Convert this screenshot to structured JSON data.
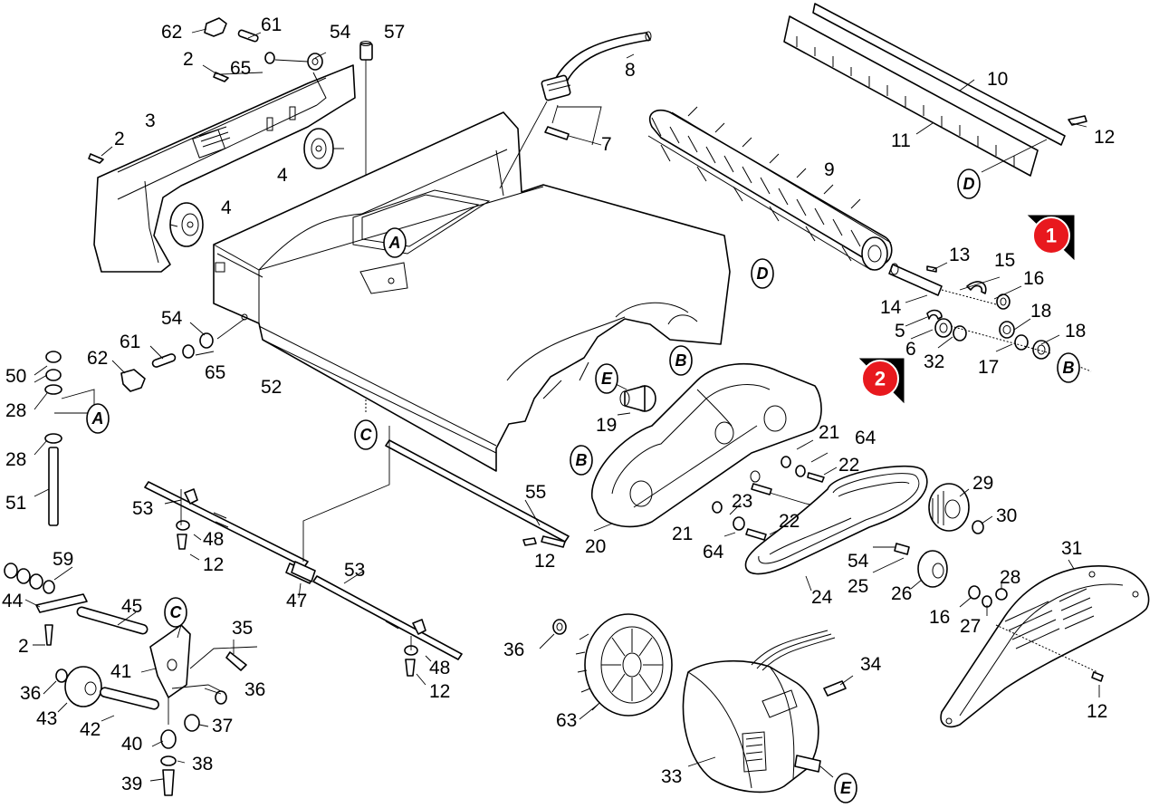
{
  "diagram": {
    "part_labels": [
      {
        "id": "p62a",
        "text": "62"
      },
      {
        "id": "p61a",
        "text": "61"
      },
      {
        "id": "p54a",
        "text": "54"
      },
      {
        "id": "p57",
        "text": "57"
      },
      {
        "id": "p2a",
        "text": "2"
      },
      {
        "id": "p65a",
        "text": "65"
      },
      {
        "id": "p8",
        "text": "8"
      },
      {
        "id": "p3",
        "text": "3"
      },
      {
        "id": "p2b",
        "text": "2"
      },
      {
        "id": "p4a",
        "text": "4"
      },
      {
        "id": "p4b",
        "text": "4"
      },
      {
        "id": "p7",
        "text": "7"
      },
      {
        "id": "p10",
        "text": "10"
      },
      {
        "id": "p11",
        "text": "11"
      },
      {
        "id": "p12a",
        "text": "12"
      },
      {
        "id": "p9",
        "text": "9"
      },
      {
        "id": "p13",
        "text": "13"
      },
      {
        "id": "p15",
        "text": "15"
      },
      {
        "id": "p16a",
        "text": "16"
      },
      {
        "id": "p14",
        "text": "14"
      },
      {
        "id": "p5",
        "text": "5"
      },
      {
        "id": "p18a",
        "text": "18"
      },
      {
        "id": "p18b",
        "text": "18"
      },
      {
        "id": "p6",
        "text": "6"
      },
      {
        "id": "p32",
        "text": "32"
      },
      {
        "id": "p17",
        "text": "17"
      },
      {
        "id": "p54b",
        "text": "54"
      },
      {
        "id": "p61b",
        "text": "61"
      },
      {
        "id": "p62b",
        "text": "62"
      },
      {
        "id": "p65b",
        "text": "65"
      },
      {
        "id": "p50",
        "text": "50"
      },
      {
        "id": "p28a",
        "text": "28"
      },
      {
        "id": "p28b",
        "text": "28"
      },
      {
        "id": "p52",
        "text": "52"
      },
      {
        "id": "p19",
        "text": "19"
      },
      {
        "id": "p51",
        "text": "51"
      },
      {
        "id": "p21a",
        "text": "21"
      },
      {
        "id": "p64a",
        "text": "64"
      },
      {
        "id": "p22a",
        "text": "22"
      },
      {
        "id": "p29",
        "text": "29"
      },
      {
        "id": "p53a",
        "text": "53"
      },
      {
        "id": "p48a",
        "text": "48"
      },
      {
        "id": "p12b",
        "text": "12"
      },
      {
        "id": "p55",
        "text": "55"
      },
      {
        "id": "p23",
        "text": "23"
      },
      {
        "id": "p22b",
        "text": "22"
      },
      {
        "id": "p30",
        "text": "30"
      },
      {
        "id": "p20",
        "text": "20"
      },
      {
        "id": "p21b",
        "text": "21"
      },
      {
        "id": "p64b",
        "text": "64"
      },
      {
        "id": "p12c",
        "text": "12"
      },
      {
        "id": "p54c",
        "text": "54"
      },
      {
        "id": "p31",
        "text": "31"
      },
      {
        "id": "p59",
        "text": "59"
      },
      {
        "id": "p53b",
        "text": "53"
      },
      {
        "id": "p25",
        "text": "25"
      },
      {
        "id": "p26",
        "text": "26"
      },
      {
        "id": "p28c",
        "text": "28"
      },
      {
        "id": "p44",
        "text": "44"
      },
      {
        "id": "p47",
        "text": "47"
      },
      {
        "id": "p24",
        "text": "24"
      },
      {
        "id": "p45",
        "text": "45"
      },
      {
        "id": "p16b",
        "text": "16"
      },
      {
        "id": "p27",
        "text": "27"
      },
      {
        "id": "p35",
        "text": "35"
      },
      {
        "id": "p2c",
        "text": "2"
      },
      {
        "id": "p36a",
        "text": "36"
      },
      {
        "id": "p48b",
        "text": "48"
      },
      {
        "id": "p41",
        "text": "41"
      },
      {
        "id": "p36b",
        "text": "36"
      },
      {
        "id": "p34",
        "text": "34"
      },
      {
        "id": "p12d",
        "text": "12"
      },
      {
        "id": "p36c",
        "text": "36"
      },
      {
        "id": "p43",
        "text": "43"
      },
      {
        "id": "p12e",
        "text": "12"
      },
      {
        "id": "p63",
        "text": "63"
      },
      {
        "id": "p42",
        "text": "42"
      },
      {
        "id": "p37",
        "text": "37"
      },
      {
        "id": "p40",
        "text": "40"
      },
      {
        "id": "p38",
        "text": "38"
      },
      {
        "id": "p33",
        "text": "33"
      },
      {
        "id": "p39",
        "text": "39"
      }
    ],
    "reference_letters": [
      {
        "id": "rA1",
        "text": "A"
      },
      {
        "id": "rD1",
        "text": "D"
      },
      {
        "id": "rD2",
        "text": "D"
      },
      {
        "id": "rB1",
        "text": "B"
      },
      {
        "id": "rE1",
        "text": "E"
      },
      {
        "id": "rB2",
        "text": "B"
      },
      {
        "id": "rA2",
        "text": "A"
      },
      {
        "id": "rC1",
        "text": "C"
      },
      {
        "id": "rB3",
        "text": "B"
      },
      {
        "id": "rC2",
        "text": "C"
      },
      {
        "id": "rE2",
        "text": "E"
      }
    ],
    "markers": [
      {
        "id": "m1",
        "text": "1"
      },
      {
        "id": "m2",
        "text": "2"
      }
    ],
    "colors": {
      "marker": "#e8191e",
      "line": "#000000",
      "background": "#ffffff"
    }
  }
}
